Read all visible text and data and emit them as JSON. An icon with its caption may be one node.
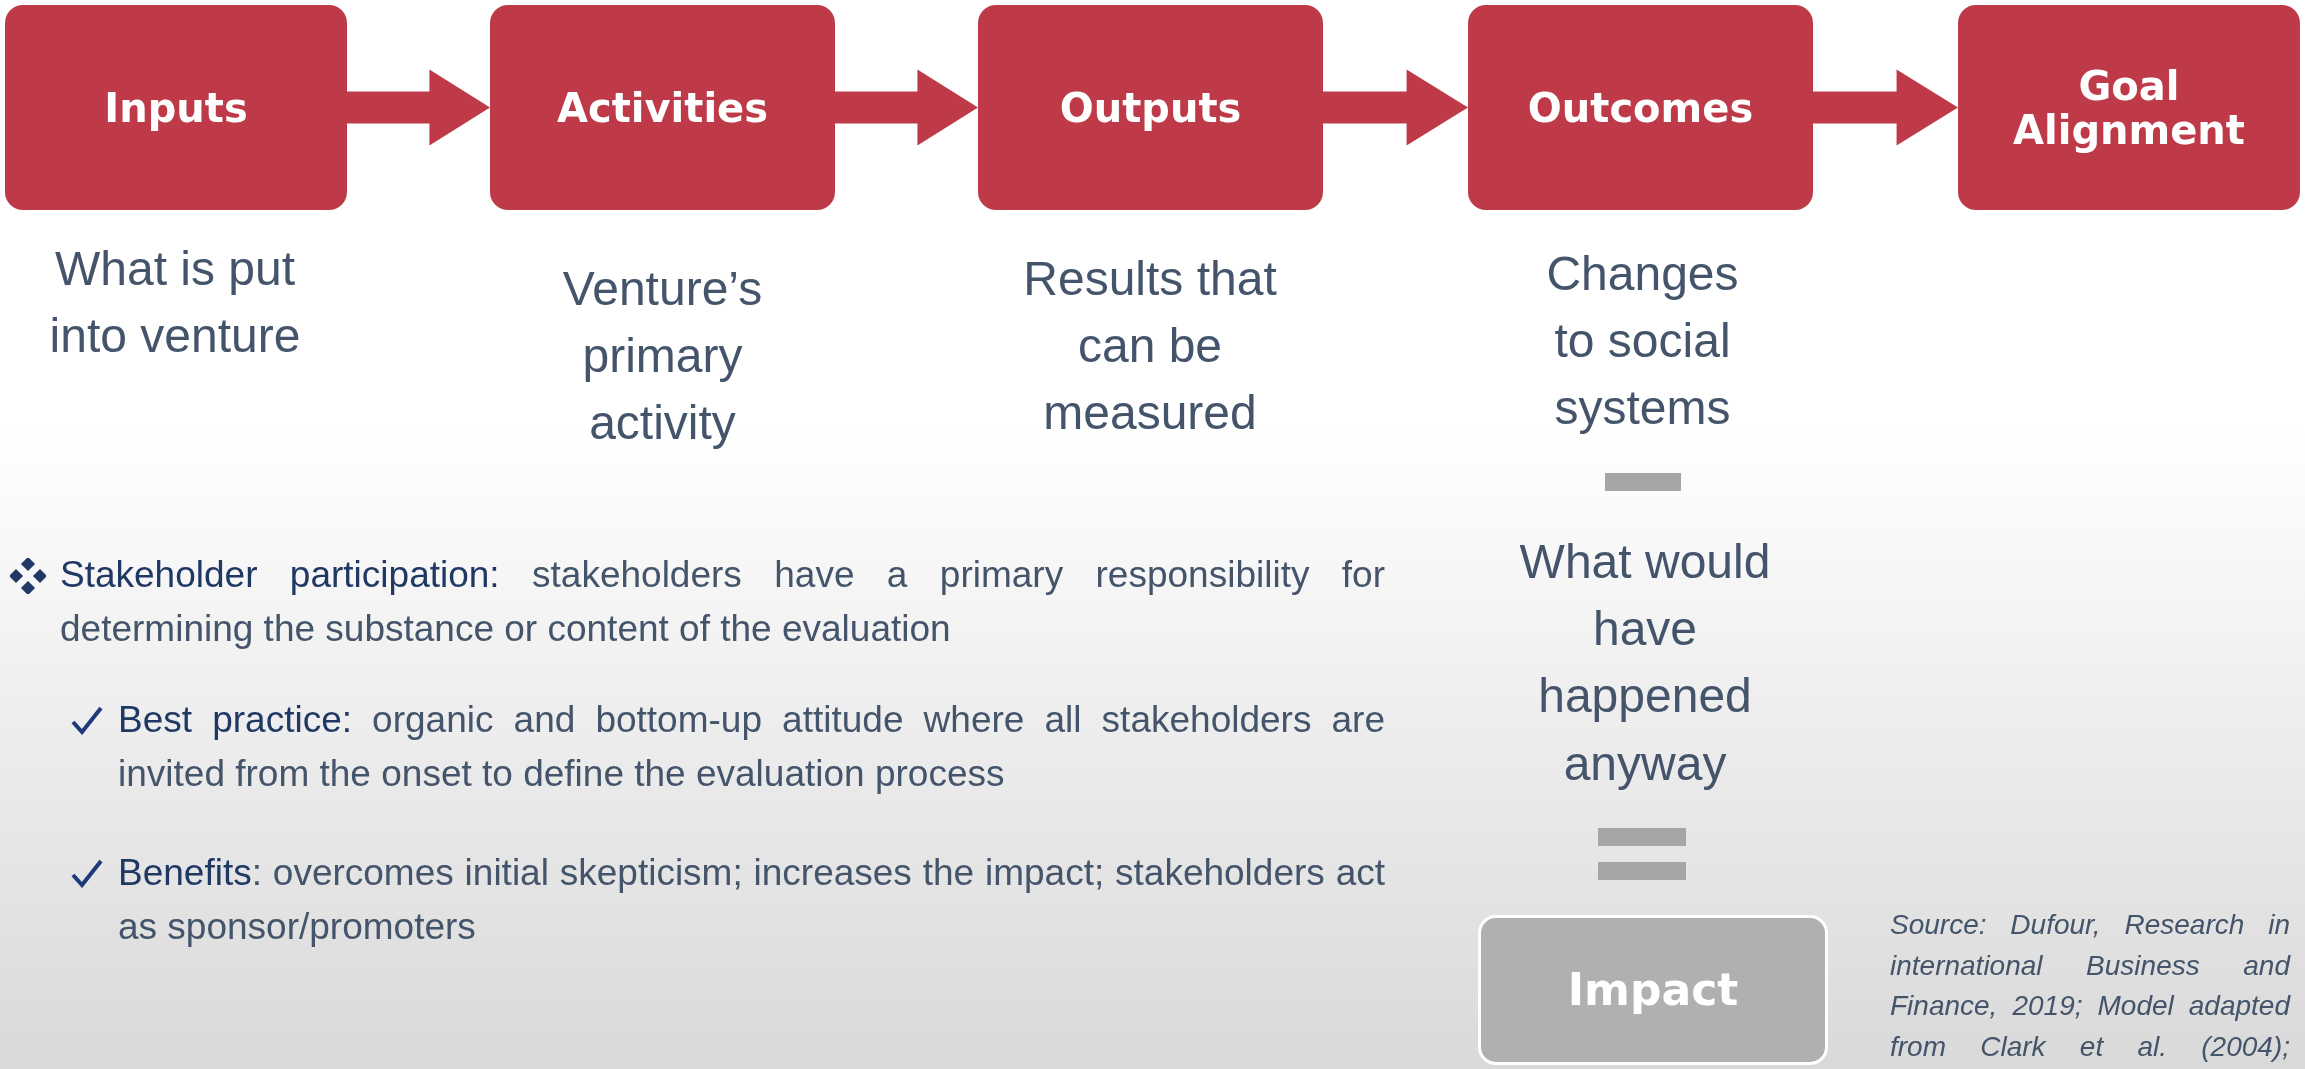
{
  "diagram": {
    "nodes": [
      {
        "text": [
          "Inputs"
        ],
        "beside": [
          "What is put into venture"
        ]
      },
      {
        "text": [
          "Activities"
        ],
        "beside": [
          "Venture’s primary activity"
        ]
      },
      {
        "text": [
          "Outputs"
        ],
        "beside": [
          "Results that can be measured"
        ]
      },
      {
        "text": [
          "Outcomes"
        ],
        "beside": [
          "Changes to social systems"
        ]
      },
      {
        "text": [
          "Goal Alignment"
        ]
      },
      {
        "text": [
          "Impact"
        ]
      }
    ],
    "edges": [
      {
        "from": 0,
        "to": 1,
        "arrow": "to"
      },
      {
        "from": 1,
        "to": 2,
        "arrow": "to"
      },
      {
        "from": 2,
        "to": 3,
        "arrow": "to"
      },
      {
        "from": 3,
        "to": 4,
        "arrow": "to"
      }
    ],
    "labels": [
      "What would have happened anyway",
      "**Stakeholder participation:** stakeholders have a primary responsibility for determining the substance or content of the evaluation",
      "**Best practice:** organic and bottom-up attitude where all stakeholders are invited from the onset to define the evaluation process",
      "**Benefits**: overcomes initial skepticism; increases the impact; stakeholders act as sponsor/promoters",
      "Source: Dufour, Research in international Business and Finance, 2019; Model adapted from Clark et al. (2004);"
    ]
  }
}
